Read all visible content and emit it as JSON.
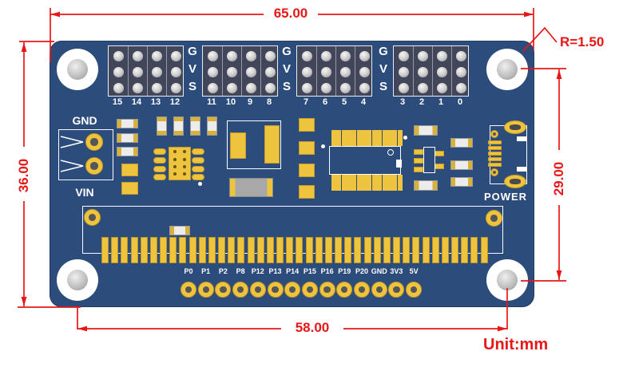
{
  "drawing": {
    "unit_note": "Unit:mm",
    "board_width_mm": "65.00",
    "board_height_mm": "36.00",
    "hole_span_horizontal_mm": "58.00",
    "hole_span_vertical_mm": "29.00",
    "corner_radius_note": "R=1.50"
  },
  "board": {
    "power_terminal": {
      "top_label": "GND",
      "bottom_label": "VIN"
    },
    "usb_label": "POWER",
    "servo_headers": {
      "signal_row_labels": [
        "G",
        "V",
        "S"
      ],
      "blocks": [
        {
          "channels": [
            "15",
            "14",
            "13",
            "12"
          ]
        },
        {
          "channels": [
            "11",
            "10",
            "9",
            "8"
          ]
        },
        {
          "channels": [
            "7",
            "6",
            "5",
            "4"
          ]
        },
        {
          "channels": [
            "3",
            "2",
            "1",
            "0"
          ]
        }
      ]
    },
    "breakout_pins": [
      "P0",
      "P1",
      "P2",
      "P8",
      "P12",
      "P13",
      "P14",
      "P15",
      "P16",
      "P19",
      "P20",
      "GND",
      "3V3",
      "5V"
    ]
  },
  "colors": {
    "board": "#2c4c7c",
    "header_block": "#42465a",
    "pad_yellow": "#eec33e",
    "silkscreen": "#ffffff",
    "dimension_red": "#e81717"
  }
}
